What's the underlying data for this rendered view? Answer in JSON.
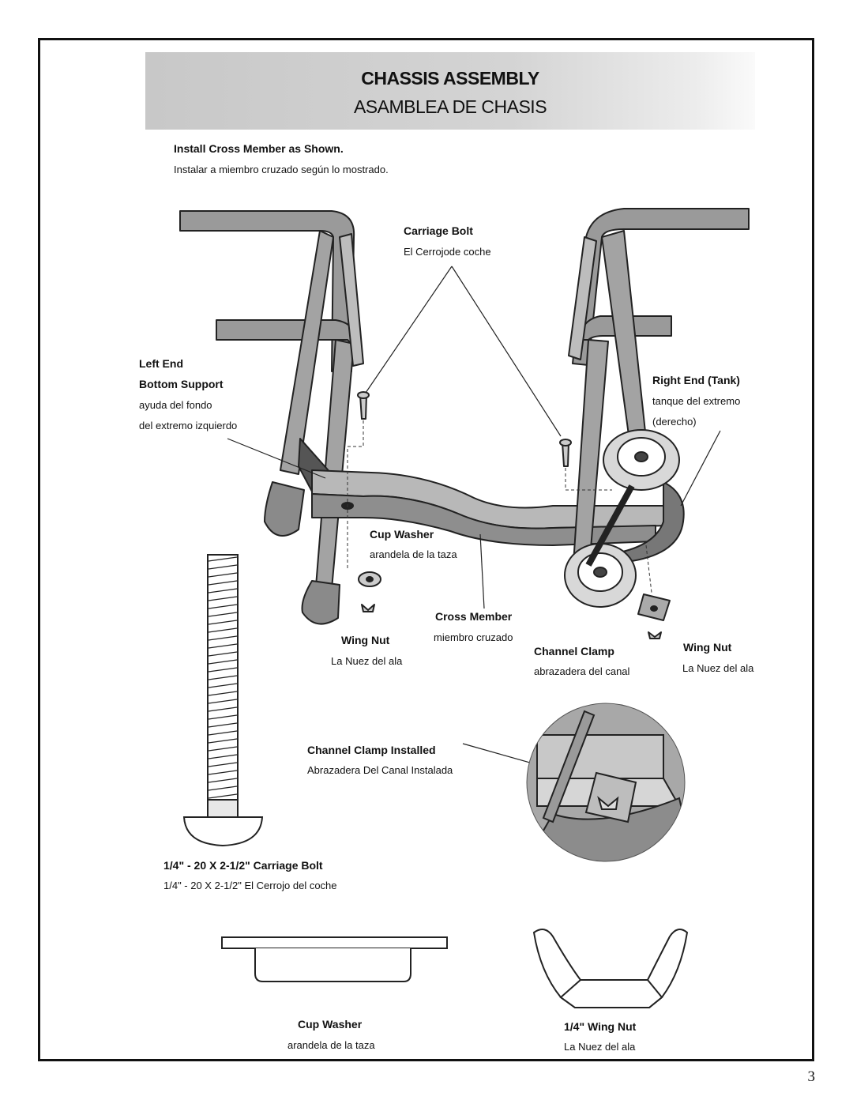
{
  "header": {
    "title_en": "CHASSIS ASSEMBLY",
    "title_es": "ASAMBLEA DE CHASIS"
  },
  "instruction": {
    "en": "Install Cross Member as Shown.",
    "es": "Instalar a miembro cruzado según lo mostrado."
  },
  "labels": {
    "carriage_bolt": {
      "en": "Carriage Bolt",
      "es": "El Cerrojode coche"
    },
    "left_end": {
      "en1": "Left End",
      "en2": "Bottom Support",
      "es1": "ayuda del fondo",
      "es2": "del extremo izquierdo"
    },
    "right_end": {
      "en": "Right End (Tank)",
      "es1": "tanque del extremo",
      "es2": "(derecho)"
    },
    "cup_washer": {
      "en": "Cup Washer",
      "es": "arandela de la taza"
    },
    "cross_member": {
      "en": "Cross Member",
      "es": "miembro cruzado"
    },
    "wing_nut_left": {
      "en": "Wing Nut",
      "es": "La Nuez del ala"
    },
    "channel_clamp": {
      "en": "Channel Clamp",
      "es": "abrazadera del canal"
    },
    "wing_nut_right": {
      "en": "Wing Nut",
      "es": "La Nuez del ala"
    },
    "channel_clamp_installed": {
      "en": "Channel Clamp Installed",
      "es": "Abrazadera Del Canal Instalada"
    },
    "bolt_spec": {
      "en": "1/4\" - 20 X 2-1/2\" Carriage Bolt",
      "es": "1/4\" - 20 X 2-1/2\" El Cerrojo del coche"
    },
    "cup_washer_detail": {
      "en": "Cup Washer",
      "es": "arandela de la taza"
    },
    "wing_nut_detail": {
      "en": "1/4\" Wing Nut",
      "es": "La Nuez del ala"
    }
  },
  "page_number": "3"
}
